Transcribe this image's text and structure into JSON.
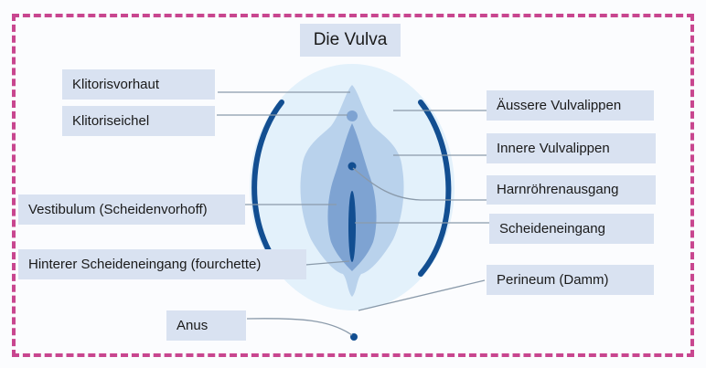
{
  "title": "Die Vulva",
  "labels": {
    "klitorisvorhaut": "Klitorisvorhaut",
    "klitoriseichel": "Klitoriseichel",
    "vestibulum": "Vestibulum (Scheidenvorhoff)",
    "hinterer": "Hinterer Scheideneingang (fourchette)",
    "anus": "Anus",
    "aeussere": "Äussere Vulvalippen",
    "innere": "Innere Vulvalippen",
    "harnroehre": "Harnröhrenausgang",
    "scheideneingang": "Scheideneingang",
    "perineum": "Perineum (Damm)"
  },
  "colors": {
    "frame": "#c8468f",
    "label_bg": "#d9e2f1",
    "outer_oval": "#e3f1fb",
    "outer_lips": "#b9d2ec",
    "inner_lips": "#7ea3d2",
    "dark_blue": "#124e91",
    "line": "#8a9aaa"
  }
}
